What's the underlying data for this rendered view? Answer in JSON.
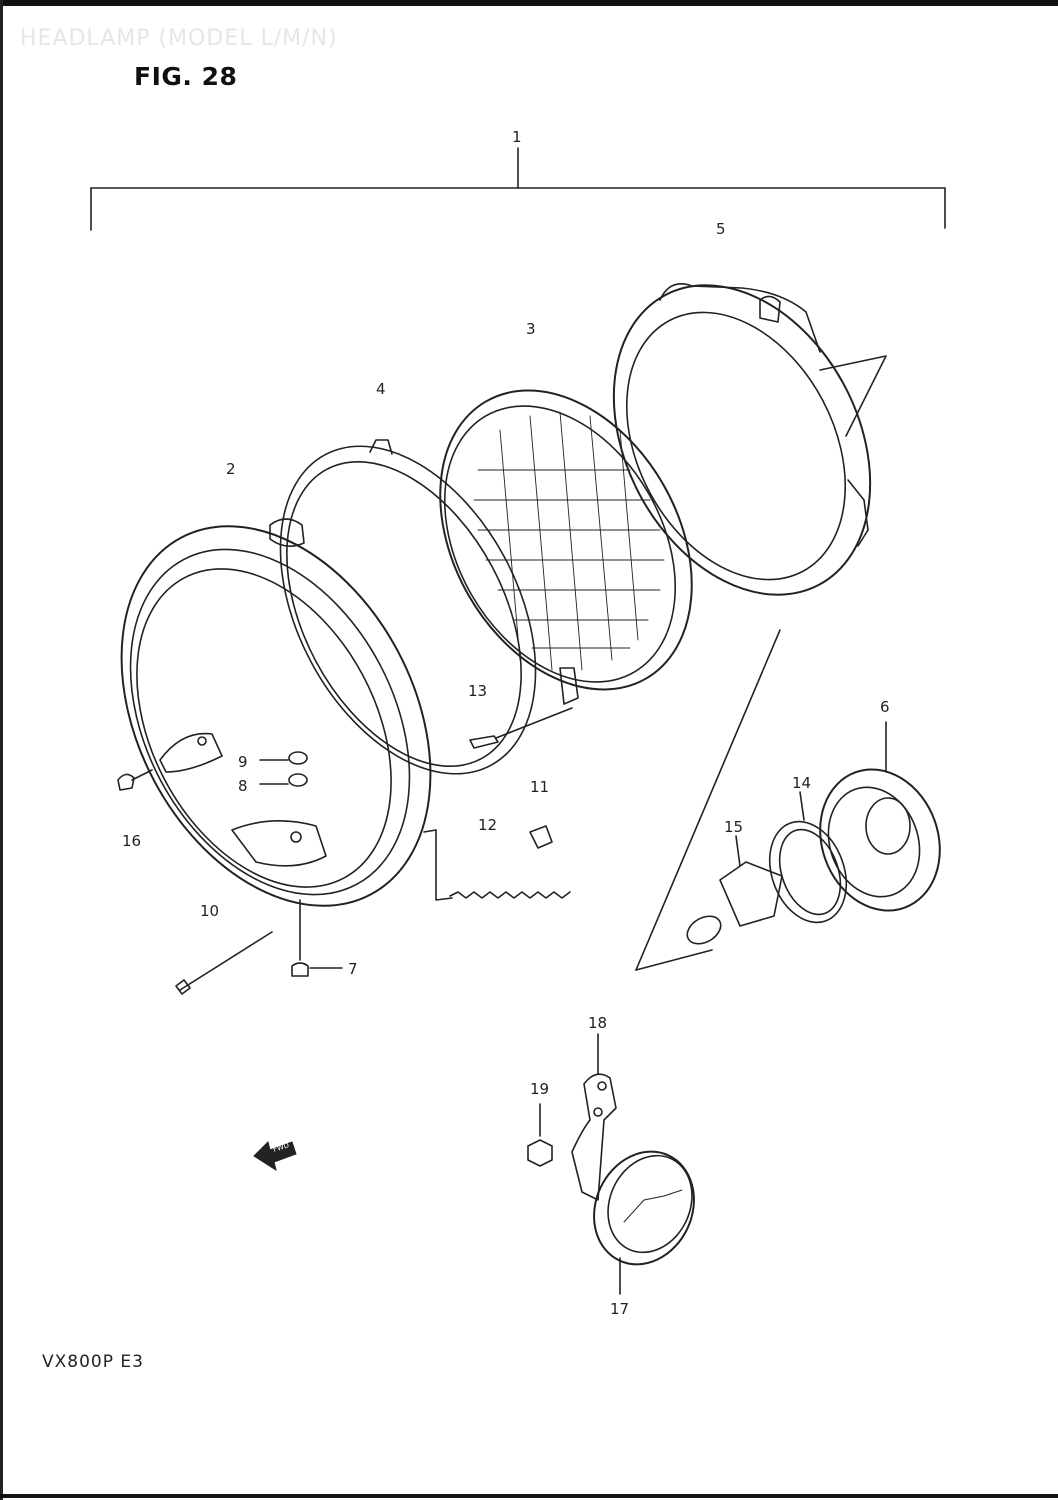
{
  "header": {
    "ghost_title": "HEADLAMP (MODEL L/M/N)",
    "figure": "FIG. 28"
  },
  "footer": {
    "model_code": "VX800P  E3"
  },
  "colors": {
    "ink": "#222222",
    "background": "#ffffff",
    "ghost_text": "#e6e6e6"
  },
  "icons": {
    "forward": "forward-arrow-icon"
  },
  "fwd_badge": "FWD",
  "callouts": [
    "1",
    "2",
    "3",
    "4",
    "5",
    "6",
    "7",
    "8",
    "9",
    "10",
    "11",
    "12",
    "13",
    "14",
    "15",
    "16",
    "17",
    "18",
    "19"
  ]
}
